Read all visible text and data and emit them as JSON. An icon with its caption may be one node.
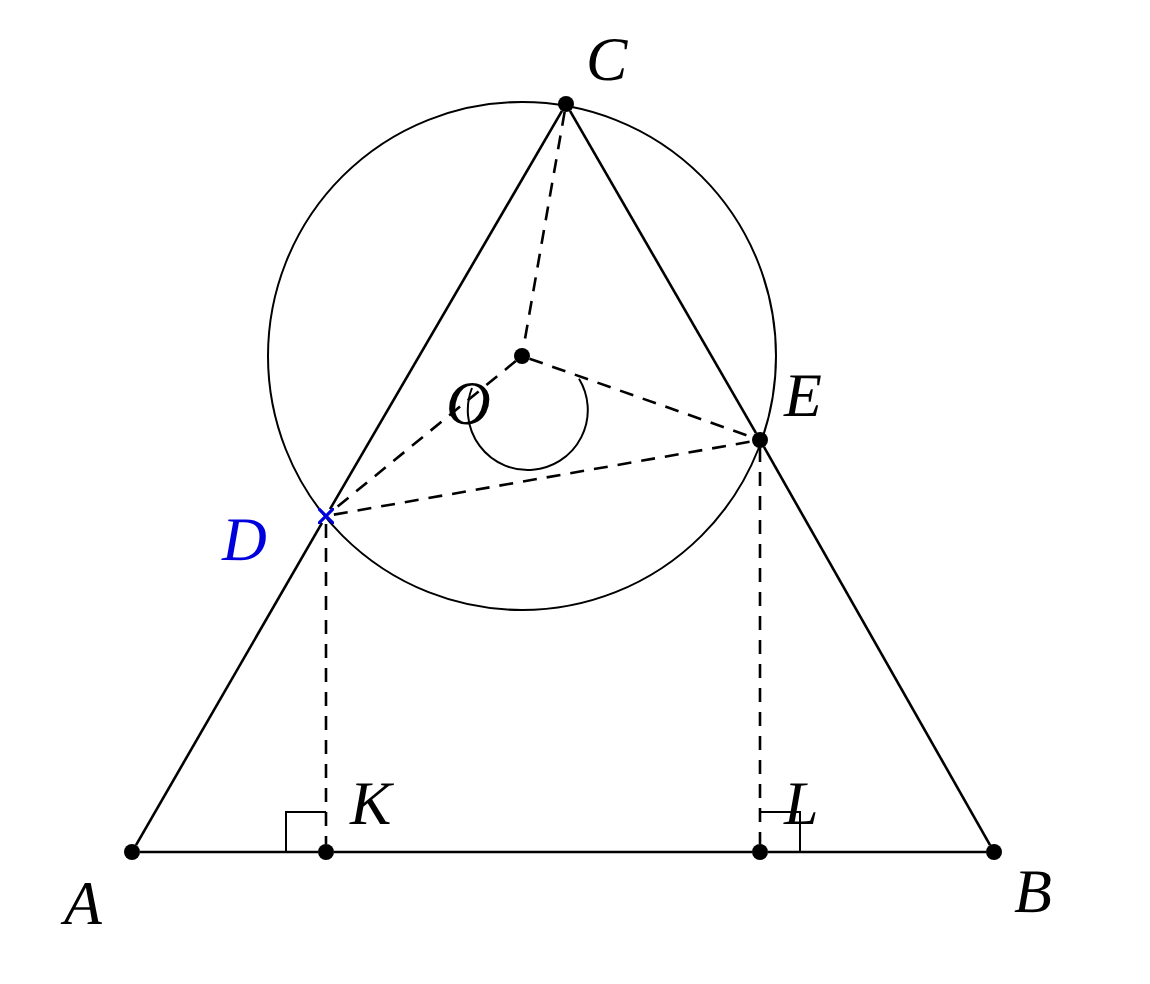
{
  "diagram": {
    "nodes": [
      {
        "text": [],
        "shape": "circle",
        "beside": [
          "A"
        ]
      },
      {
        "text": [],
        "shape": "circle",
        "beside": [
          "B"
        ]
      },
      {
        "text": [],
        "shape": "circle",
        "beside": [
          "C"
        ]
      },
      {
        "text": [],
        "shape": "cross",
        "beside": [
          "D"
        ]
      },
      {
        "text": [],
        "shape": "circle",
        "beside": [
          "E"
        ]
      },
      {
        "text": [],
        "shape": "circle",
        "beside": [
          "K"
        ]
      },
      {
        "text": [],
        "shape": "circle",
        "beside": [
          "L"
        ]
      },
      {
        "text": [],
        "shape": "circle",
        "beside": [
          "O"
        ]
      }
    ],
    "edges": [
      {
        "from": 0,
        "to": 3,
        "arrow": "none"
      },
      {
        "from": 3,
        "to": 2,
        "arrow": "none"
      },
      {
        "from": 2,
        "to": 4,
        "arrow": "none"
      },
      {
        "from": 4,
        "to": 1,
        "arrow": "none"
      },
      {
        "from": 0,
        "to": 5,
        "arrow": "none"
      },
      {
        "from": 5,
        "to": 6,
        "arrow": "none"
      },
      {
        "from": 6,
        "to": 1,
        "arrow": "none"
      },
      {
        "from": 2,
        "to": 7,
        "arrow": "none",
        "style": "dashed"
      },
      {
        "from": 7,
        "to": 3,
        "arrow": "none",
        "style": "dashed"
      },
      {
        "from": 7,
        "to": 4,
        "arrow": "none",
        "style": "dashed"
      },
      {
        "from": 3,
        "to": 4,
        "arrow": "none",
        "style": "dashed"
      },
      {
        "from": 3,
        "to": 5,
        "arrow": "none",
        "style": "dashed"
      },
      {
        "from": 4,
        "to": 6,
        "arrow": "none",
        "style": "dashed"
      }
    ]
  }
}
